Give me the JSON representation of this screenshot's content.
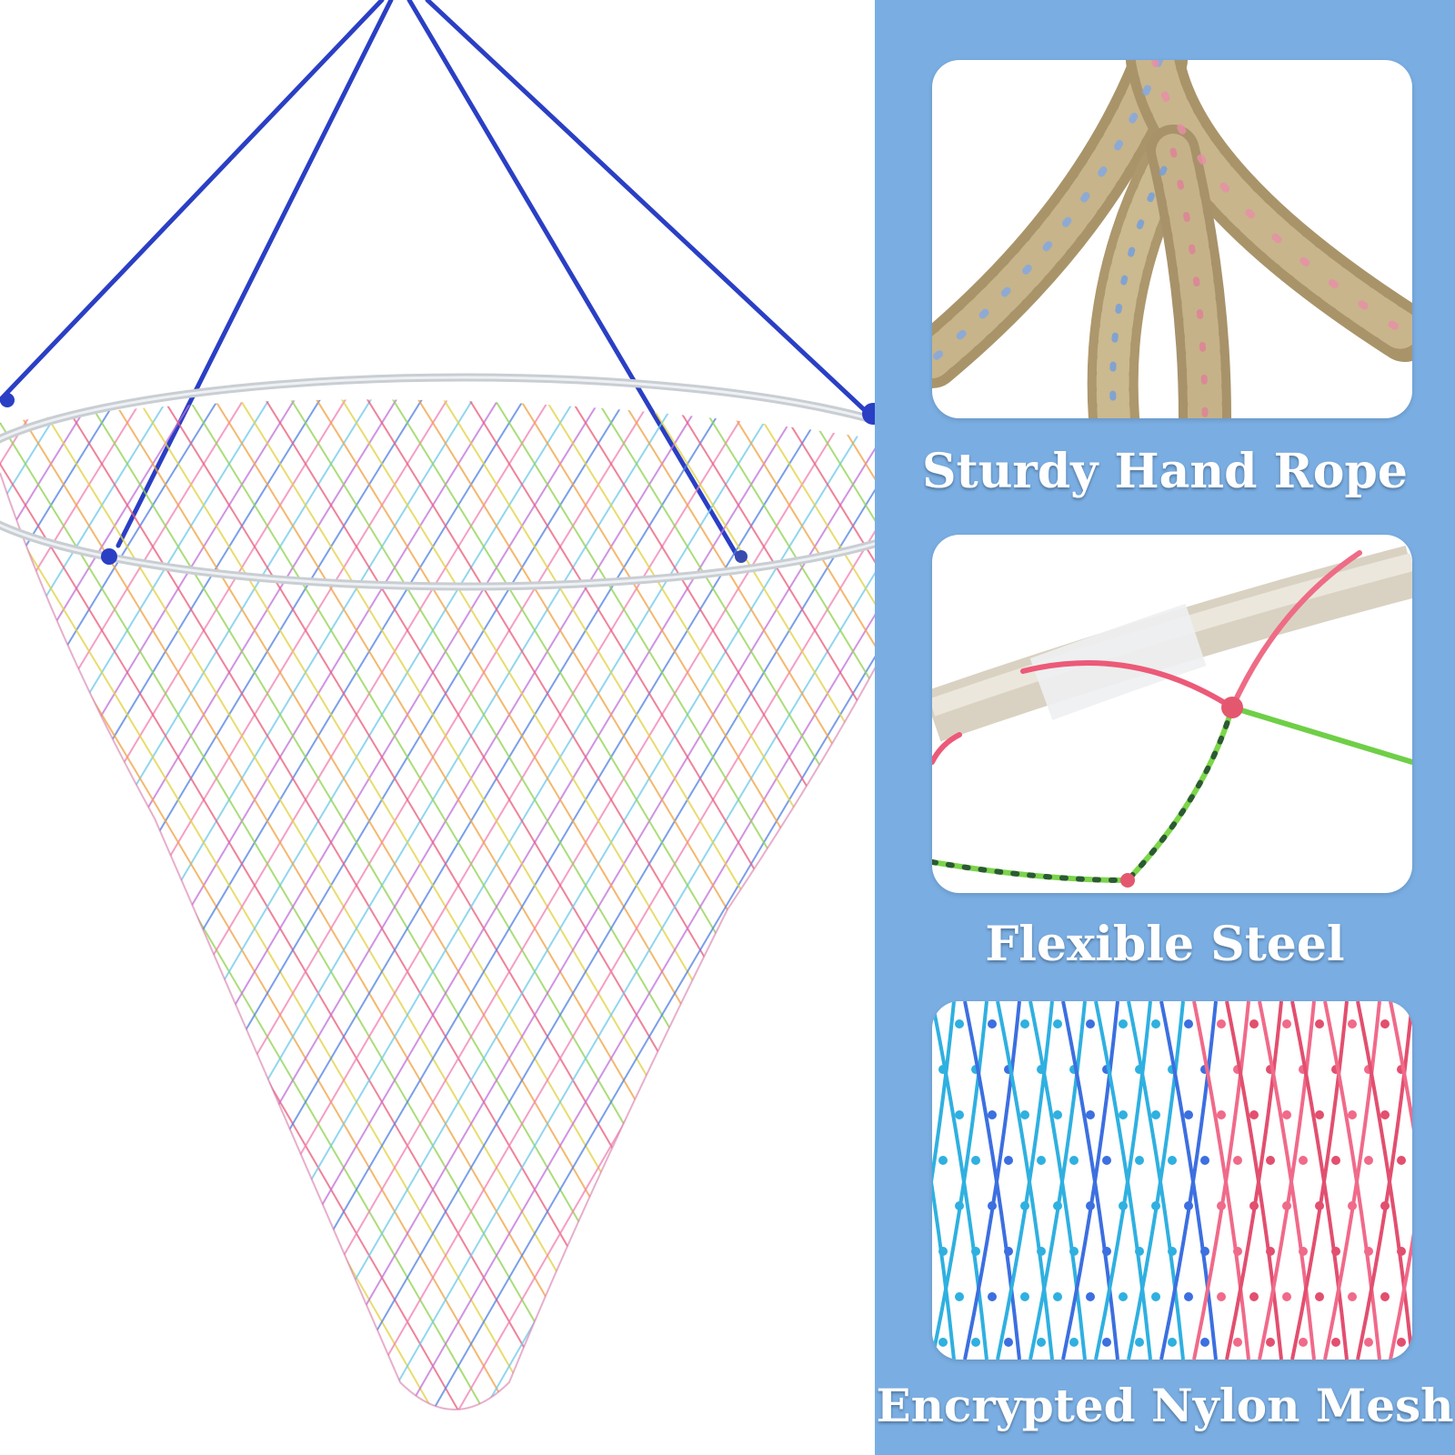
{
  "features": [
    {
      "label": "Sturdy Hand Rope",
      "icon": "braided-rope-closeup"
    },
    {
      "label": "Flexible Steel",
      "icon": "steel-ring-closeup"
    },
    {
      "label": "Encrypted Nylon Mesh",
      "icon": "nylon-mesh-closeup"
    }
  ],
  "colors": {
    "panel_background": "#7aaee3",
    "caption_text": "#ffffff",
    "rope_blue": "#2a3fc4",
    "rope_tan": "#b9a277",
    "ring_silver": "#c9ced3"
  },
  "product": {
    "icon": "conical-crab-net"
  }
}
